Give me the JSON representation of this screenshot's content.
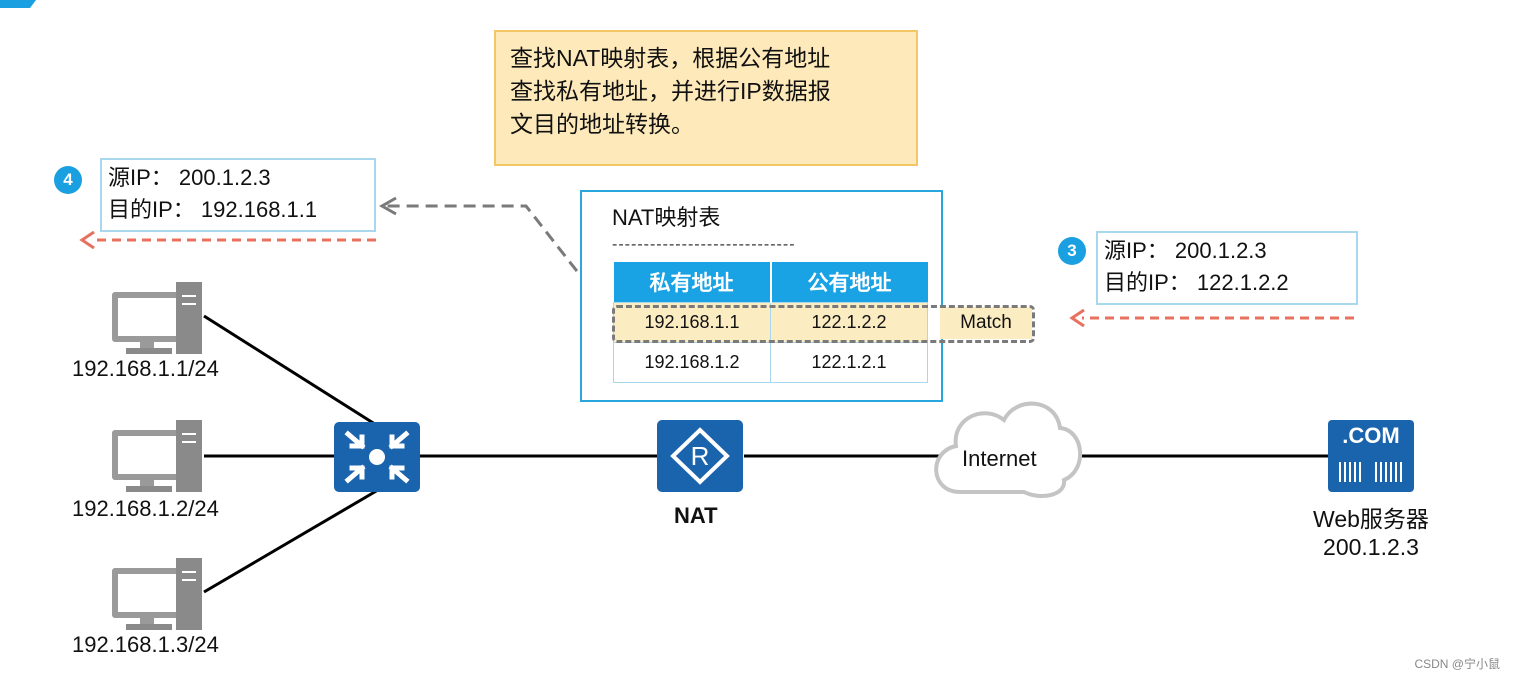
{
  "note": {
    "lines": [
      "查找NAT映射表，根据公有地址",
      "查找私有地址，并进行IP数据报",
      "文目的地址转换。"
    ]
  },
  "step4": {
    "number": "4",
    "src": "源IP： 200.1.2.3",
    "dst": "目的IP： 192.168.1.1"
  },
  "step3": {
    "number": "3",
    "src": "源IP： 200.1.2.3",
    "dst": "目的IP： 122.1.2.2"
  },
  "nat_table": {
    "title": "NAT映射表",
    "divider": "-----------------------------",
    "headers": [
      "私有地址",
      "公有地址"
    ],
    "rows": [
      [
        "192.168.1.1",
        "122.1.2.2"
      ],
      [
        "192.168.1.2",
        "122.1.2.1"
      ]
    ],
    "match_label": "Match"
  },
  "hosts": [
    "192.168.1.1/24",
    "192.168.1.2/24",
    "192.168.1.3/24"
  ],
  "router_label": "NAT",
  "cloud_label": "Internet",
  "server": {
    "badge": ".COM",
    "name": "Web服务器",
    "ip": "200.1.2.3"
  },
  "watermark": "CSDN @宁小鼠",
  "colors": {
    "accent": "#1aa0e0",
    "device": "#1a63ad",
    "arrow": "#e8705e",
    "note_bg": "#fde9b9"
  }
}
